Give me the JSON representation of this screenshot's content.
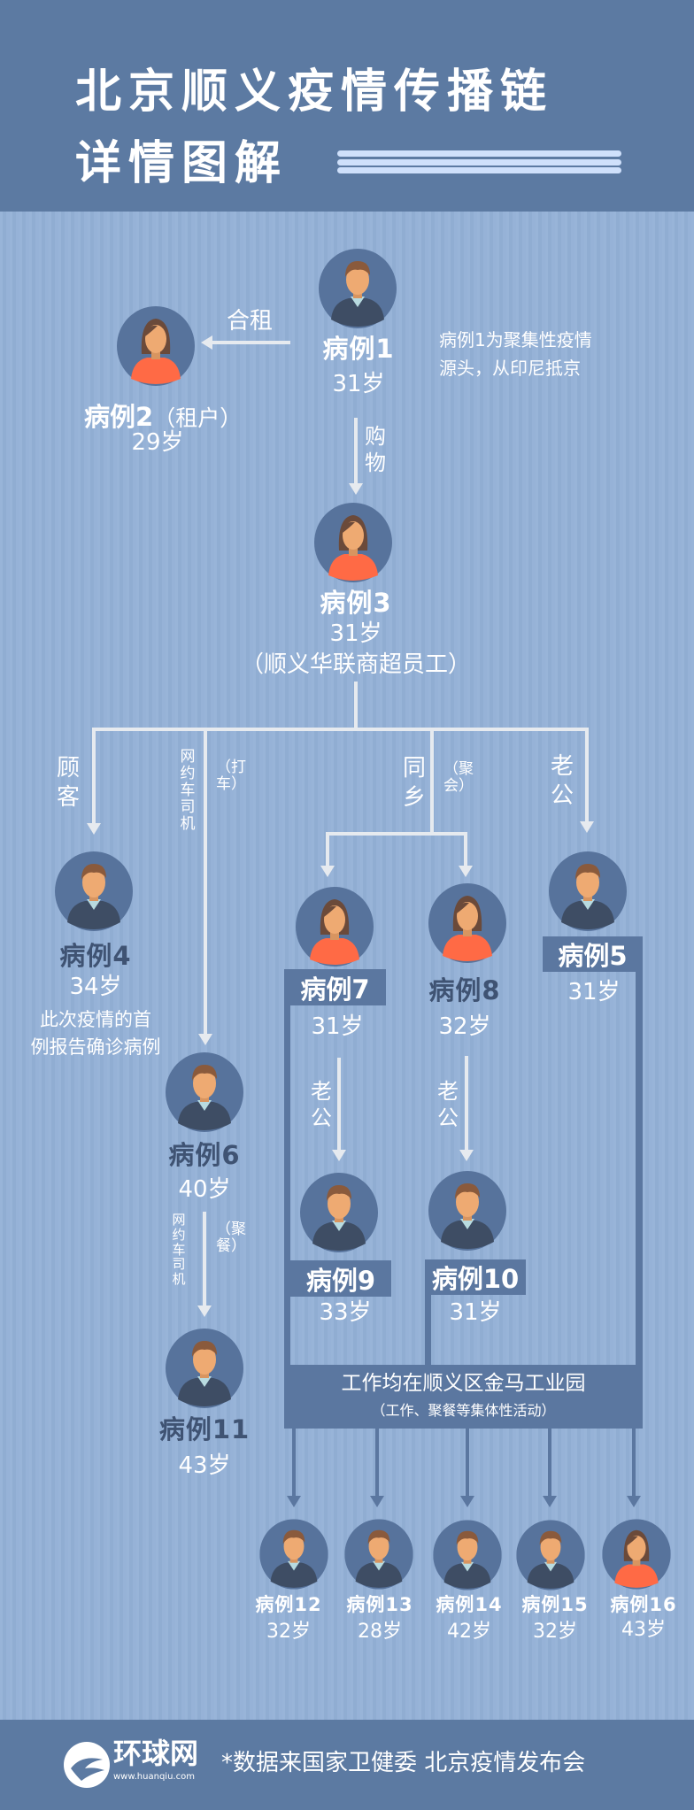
{
  "title": {
    "line1": "北京顺义疫情传播链",
    "line2": "详情图解"
  },
  "colors": {
    "header": "#5c7aa2",
    "background": "#93b0d6",
    "box": "#5b77a0",
    "female_shirt": "#ff6a45"
  },
  "relations": {
    "co_rent": "合租",
    "shopping": "购物",
    "customer": "顾客",
    "driver": "网约车司机",
    "taxi": "（打车）",
    "hometown": "同乡",
    "party": "（聚会）",
    "husband": "老公",
    "dinner": "（聚餐）"
  },
  "notes": {
    "case1": [
      "病例1为聚集性疫情",
      "源头，从印尼抵京"
    ],
    "case4": [
      "此次疫情的首",
      "例报告确诊病例"
    ]
  },
  "cases": {
    "c1": {
      "label": "病例1",
      "age": "31岁",
      "gender": "male"
    },
    "c2": {
      "label": "病例2",
      "extra": "（租户）",
      "age": "29岁",
      "gender": "female"
    },
    "c3": {
      "label": "病例3",
      "age": "31岁",
      "extra": "（顺义华联商超员工）",
      "gender": "female"
    },
    "c4": {
      "label": "病例4",
      "age": "34岁",
      "gender": "male"
    },
    "c5": {
      "label": "病例5",
      "age": "31岁",
      "gender": "male"
    },
    "c6": {
      "label": "病例6",
      "age": "40岁",
      "gender": "male"
    },
    "c7": {
      "label": "病例7",
      "age": "31岁",
      "gender": "female"
    },
    "c8": {
      "label": "病例8",
      "age": "32岁",
      "gender": "female"
    },
    "c9": {
      "label": "病例9",
      "age": "33岁",
      "gender": "male"
    },
    "c10": {
      "label": "病例10",
      "age": "31岁",
      "gender": "male"
    },
    "c11": {
      "label": "病例11",
      "age": "43岁",
      "gender": "male"
    },
    "c12": {
      "label": "病例12",
      "age": "32岁",
      "gender": "male"
    },
    "c13": {
      "label": "病例13",
      "age": "28岁",
      "gender": "male"
    },
    "c14": {
      "label": "病例14",
      "age": "42岁",
      "gender": "male"
    },
    "c15": {
      "label": "病例15",
      "age": "32岁",
      "gender": "male"
    },
    "c16": {
      "label": "病例16",
      "age": "43岁",
      "gender": "female"
    }
  },
  "workplace": {
    "line1": "工作均在顺义区金马工业园",
    "line2": "（工作、聚餐等集体性活动）"
  },
  "footer": {
    "logo_text": "环球网",
    "logo_url": "www.huanqiu.com",
    "source": "*数据来国家卫健委 北京疫情发布会"
  }
}
